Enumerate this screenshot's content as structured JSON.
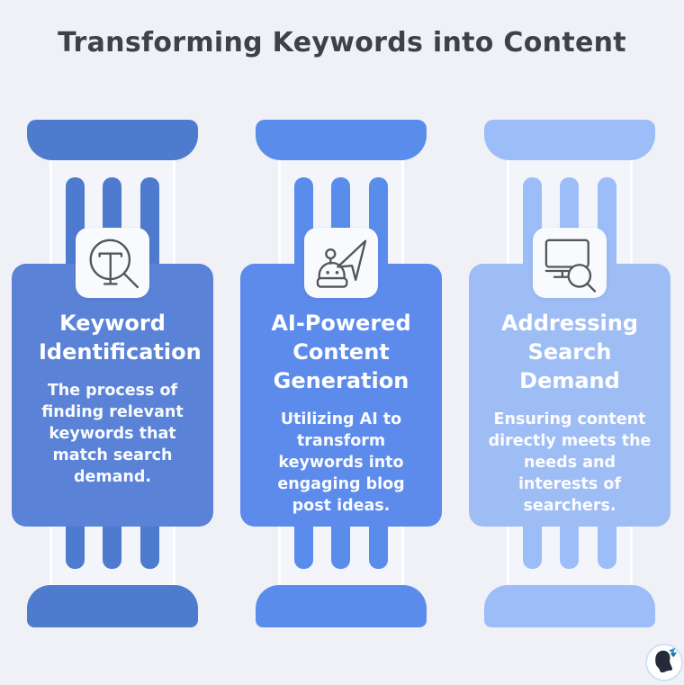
{
  "title": "Transforming Keywords into Content",
  "palette": {
    "background": "#eff1f7",
    "title_color": "#3d4247",
    "card_text": "#ffffff",
    "icon_stroke": "#54555b",
    "icon_box_bg": "#f8fafd",
    "shaft_bg": "#f3f5fa",
    "shaft_edge": "#fdfeff"
  },
  "pillars": [
    {
      "heading": "Keyword Identification",
      "description": "The process of finding relevant keywords that match search demand.",
      "icon": "text-search-icon",
      "structure_color": "#4e7bce",
      "card_color": "#5a82d6"
    },
    {
      "heading": "AI-Powered Content Generation",
      "description": "Utilizing AI to transform keywords into engaging blog post ideas.",
      "icon": "robot-send-icon",
      "structure_color": "#5a8ceb",
      "card_color": "#5c8beb"
    },
    {
      "heading": "Addressing Search Demand",
      "description": "Ensuring content directly meets the needs and interests of searchers.",
      "icon": "monitor-search-icon",
      "structure_color": "#9cbdf8",
      "card_color": "#9fbdf5"
    }
  ],
  "logo": {
    "name": "head-butterfly-logo",
    "silhouette_color": "#242b38",
    "butterfly_colors": [
      "#2f93c8",
      "#1d6ea6"
    ],
    "ring_color": "#c9dcf4"
  }
}
